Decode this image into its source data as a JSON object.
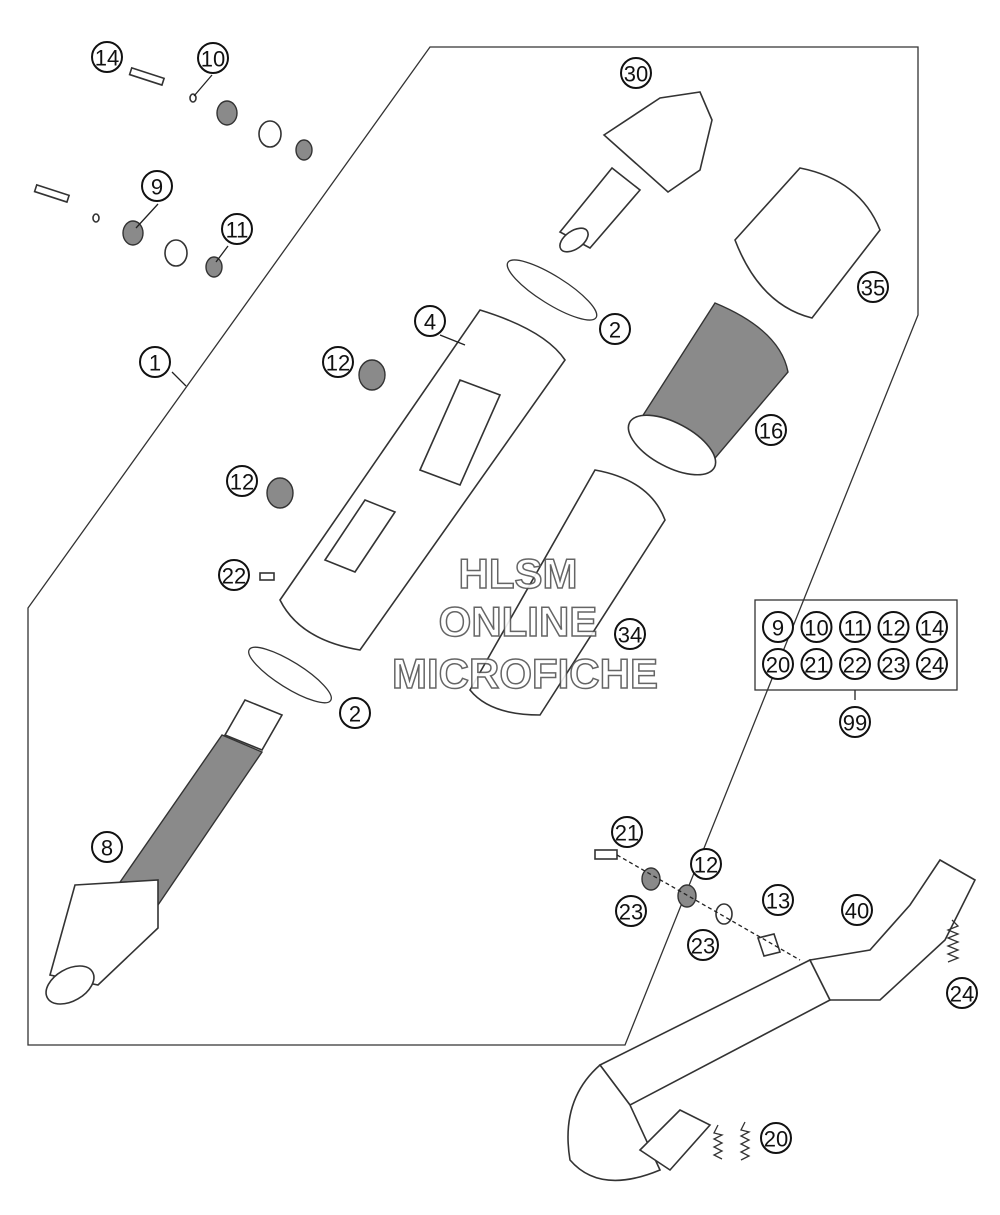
{
  "watermark": {
    "line1": "HLSM",
    "line2": "ONLINE",
    "line3": "MICROFICHE"
  },
  "callouts": [
    {
      "id": "c14a",
      "label": "14"
    },
    {
      "id": "c10a",
      "label": "10"
    },
    {
      "id": "c9a",
      "label": "9"
    },
    {
      "id": "c11a",
      "label": "11"
    },
    {
      "id": "c1",
      "label": "1"
    },
    {
      "id": "c30",
      "label": "30"
    },
    {
      "id": "c35",
      "label": "35"
    },
    {
      "id": "c2a",
      "label": "2"
    },
    {
      "id": "c4",
      "label": "4"
    },
    {
      "id": "c12a",
      "label": "12"
    },
    {
      "id": "c12b",
      "label": "12"
    },
    {
      "id": "c16",
      "label": "16"
    },
    {
      "id": "c22a",
      "label": "22"
    },
    {
      "id": "c34",
      "label": "34"
    },
    {
      "id": "c2b",
      "label": "2"
    },
    {
      "id": "c8",
      "label": "8"
    },
    {
      "id": "c99",
      "label": "99"
    },
    {
      "id": "c21a",
      "label": "21"
    },
    {
      "id": "c12c",
      "label": "12"
    },
    {
      "id": "c23a",
      "label": "23"
    },
    {
      "id": "c13",
      "label": "13"
    },
    {
      "id": "c40",
      "label": "40"
    },
    {
      "id": "c23b",
      "label": "23"
    },
    {
      "id": "c24a",
      "label": "24"
    },
    {
      "id": "c20a",
      "label": "20"
    }
  ],
  "kit_box": {
    "row1": [
      "9",
      "10",
      "11",
      "12",
      "14"
    ],
    "row2": [
      "20",
      "21",
      "22",
      "23",
      "24"
    ]
  }
}
